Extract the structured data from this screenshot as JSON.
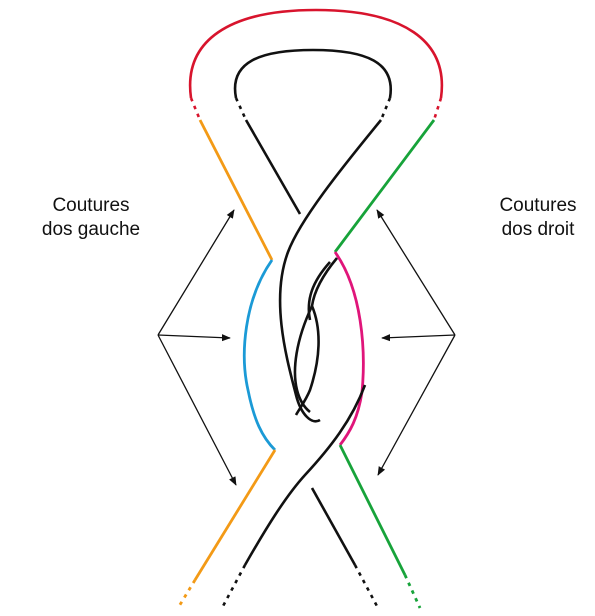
{
  "labels": {
    "left": {
      "line1": "Coutures",
      "line2": "dos gauche"
    },
    "right": {
      "line1": "Coutures",
      "line2": "dos droit"
    }
  },
  "colors": {
    "top_arc": "#d8142d",
    "left_outer": "#f39a16",
    "left_middle": "#1b9ad6",
    "right_outer": "#17a33a",
    "right_middle": "#e0157a",
    "inner": "#111111",
    "arrow": "#111111"
  }
}
